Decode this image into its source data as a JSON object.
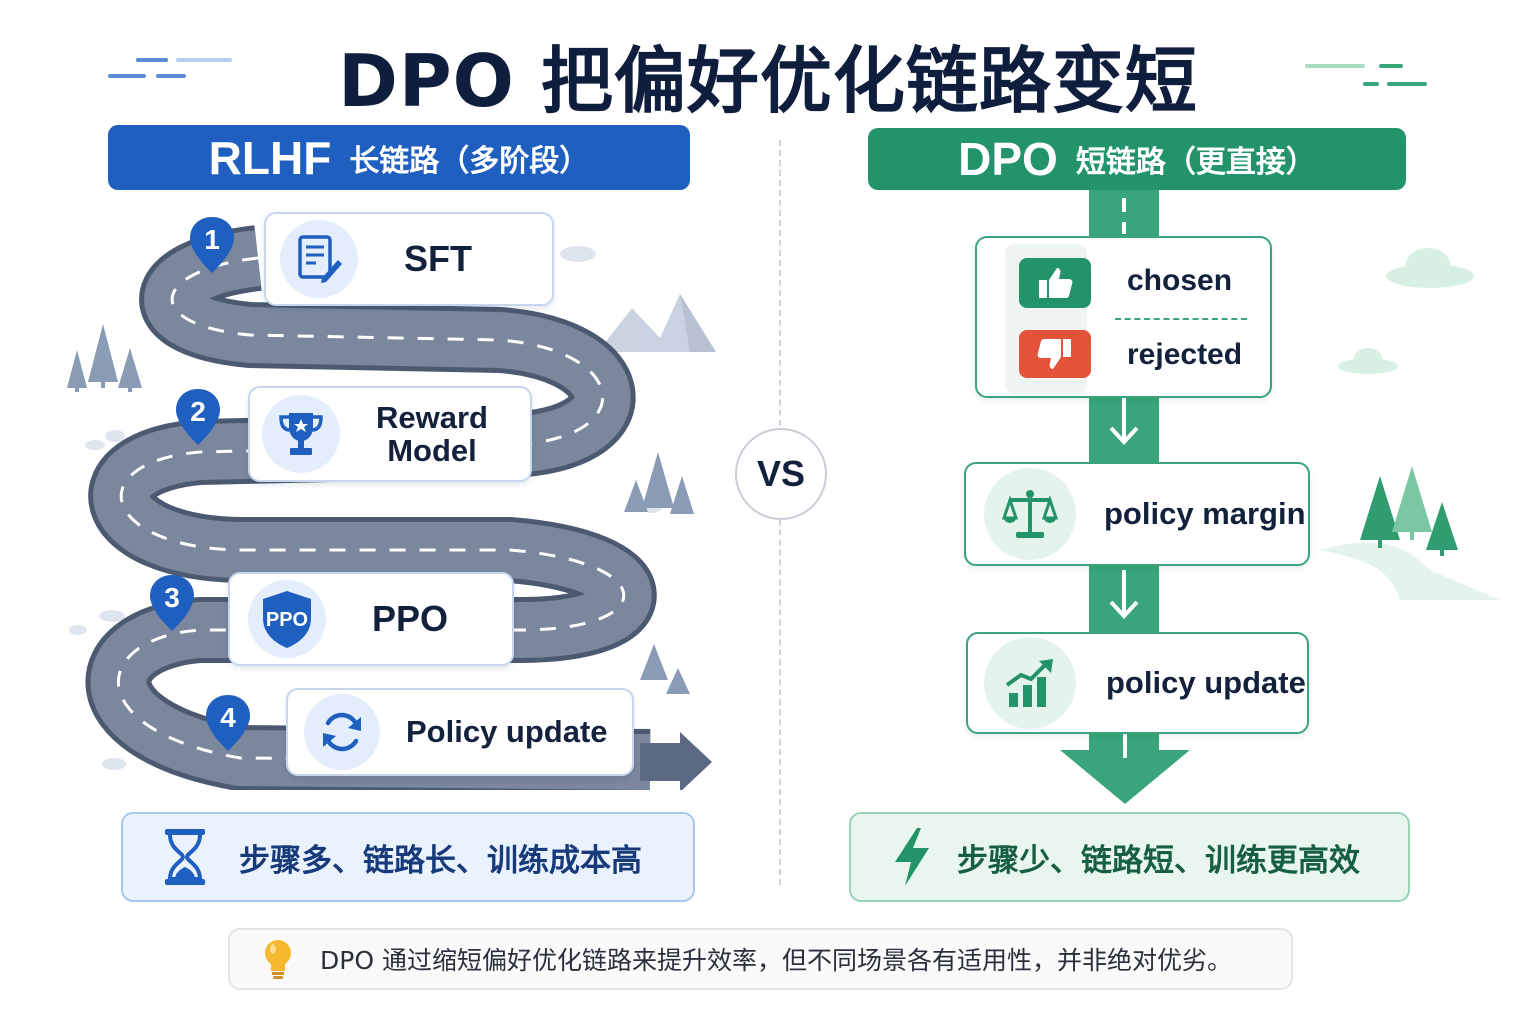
{
  "title": "DPO 把偏好优化链路变短",
  "left": {
    "header_main": "RLHF",
    "header_sub": "长链路（多阶段）",
    "steps": [
      {
        "num": "1",
        "label": "SFT",
        "icon": "document-edit-icon"
      },
      {
        "num": "2",
        "label_line1": "Reward",
        "label_line2": "Model",
        "icon": "trophy-icon"
      },
      {
        "num": "3",
        "label": "PPO",
        "badge": "PPO",
        "icon": "shield-icon"
      },
      {
        "num": "4",
        "label": "Policy update",
        "icon": "refresh-icon"
      }
    ],
    "summary": "步骤多、链路长、训练成本高",
    "summary_icon": "hourglass-icon"
  },
  "vs": "VS",
  "right": {
    "header_main": "DPO",
    "header_sub": "短链路（更直接）",
    "pair": {
      "chosen": "chosen",
      "rejected": "rejected"
    },
    "margin": "policy margin",
    "update": "policy update",
    "summary": "步骤少、链路短、训练更高效",
    "summary_icon": "lightning-icon"
  },
  "note": "DPO 通过缩短偏好优化链路来提升效率，但不同场景各有适用性，并非绝对优劣。",
  "note_icon": "lightbulb-icon",
  "colors": {
    "blue": "#1f5fbf",
    "green": "#23946a",
    "road": "#5b6a82",
    "red": "#e2533a"
  }
}
